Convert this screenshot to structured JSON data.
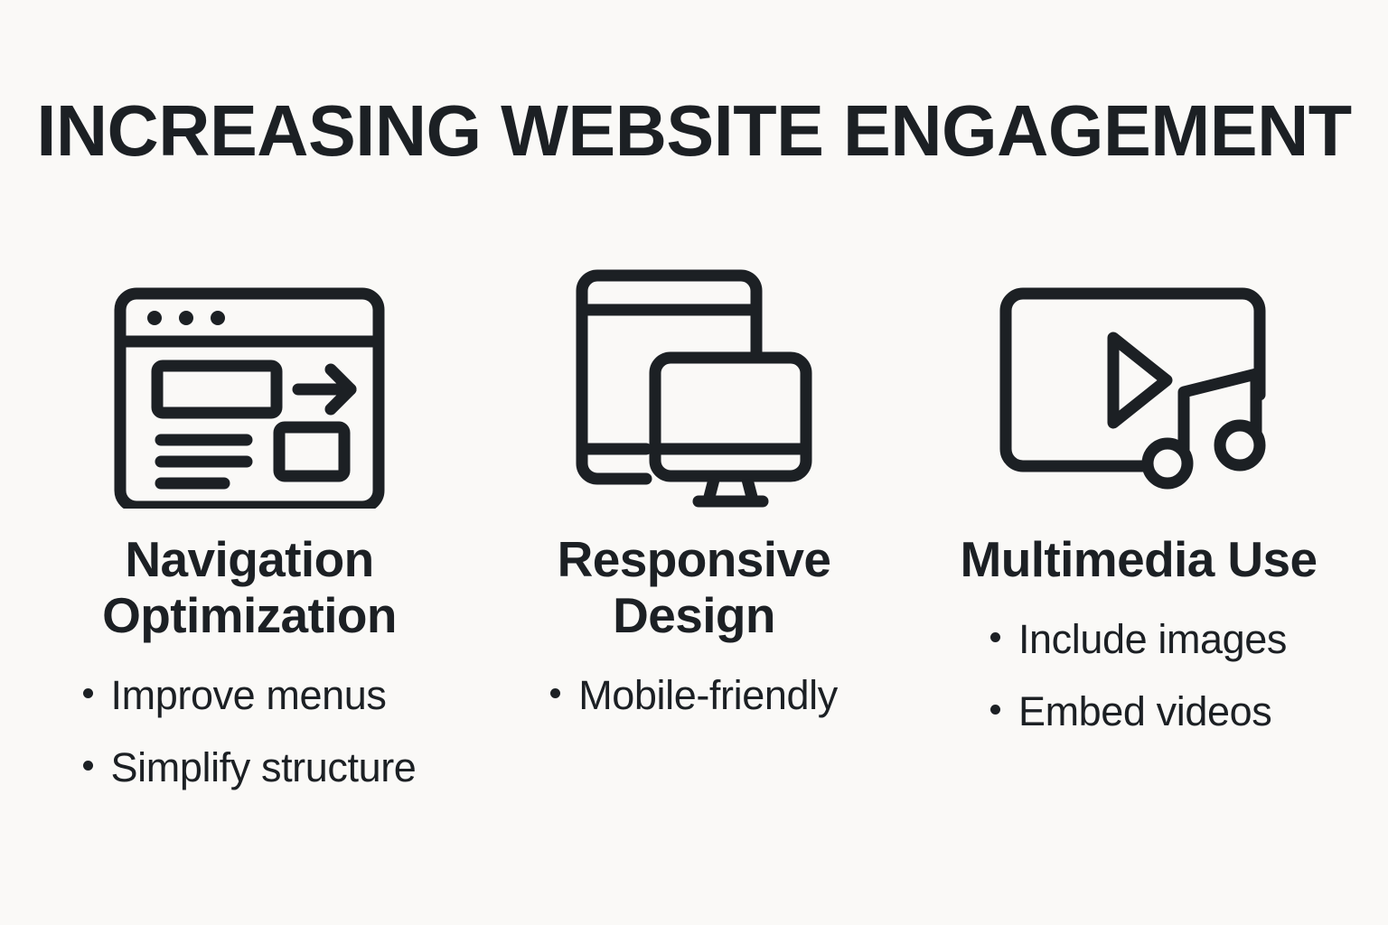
{
  "theme": {
    "background": "#FAF9F7",
    "ink": "#1C2024"
  },
  "title": "INCREASING WEBSITE ENGAGEMENT",
  "columns": [
    {
      "icon": "browser-window-navigation-icon",
      "heading": "Navigation Optimization",
      "bullets": [
        "Improve menus",
        "Simplify structure"
      ]
    },
    {
      "icon": "phone-and-monitor-responsive-icon",
      "heading": "Responsive Design",
      "bullets": [
        "Mobile-friendly"
      ]
    },
    {
      "icon": "video-play-music-note-icon",
      "heading": "Multimedia Use",
      "bullets": [
        "Include images",
        "Embed videos"
      ]
    }
  ]
}
